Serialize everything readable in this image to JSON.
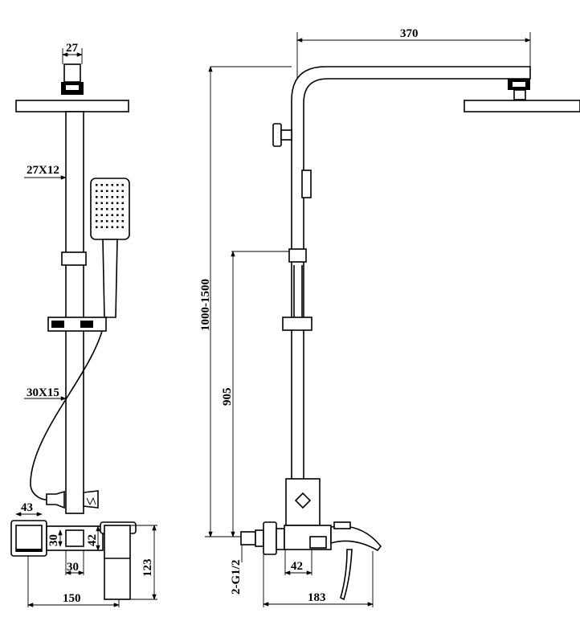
{
  "drawing": {
    "front_view": {
      "connector_width": "27",
      "upper_pipe": "27X12",
      "lower_pipe": "30X15",
      "inlet_block_width": "43",
      "mixer_height_inner": "30",
      "mixer_height_outer": "42",
      "pipe_width": "30",
      "body_height": "123",
      "total_width": "150"
    },
    "side_view": {
      "arm_reach": "370",
      "height_range": "1000-1500",
      "mixer_to_holder": "905",
      "inlet_thread": "2-G1/2",
      "body_depth": "42",
      "spout_reach": "183"
    }
  }
}
